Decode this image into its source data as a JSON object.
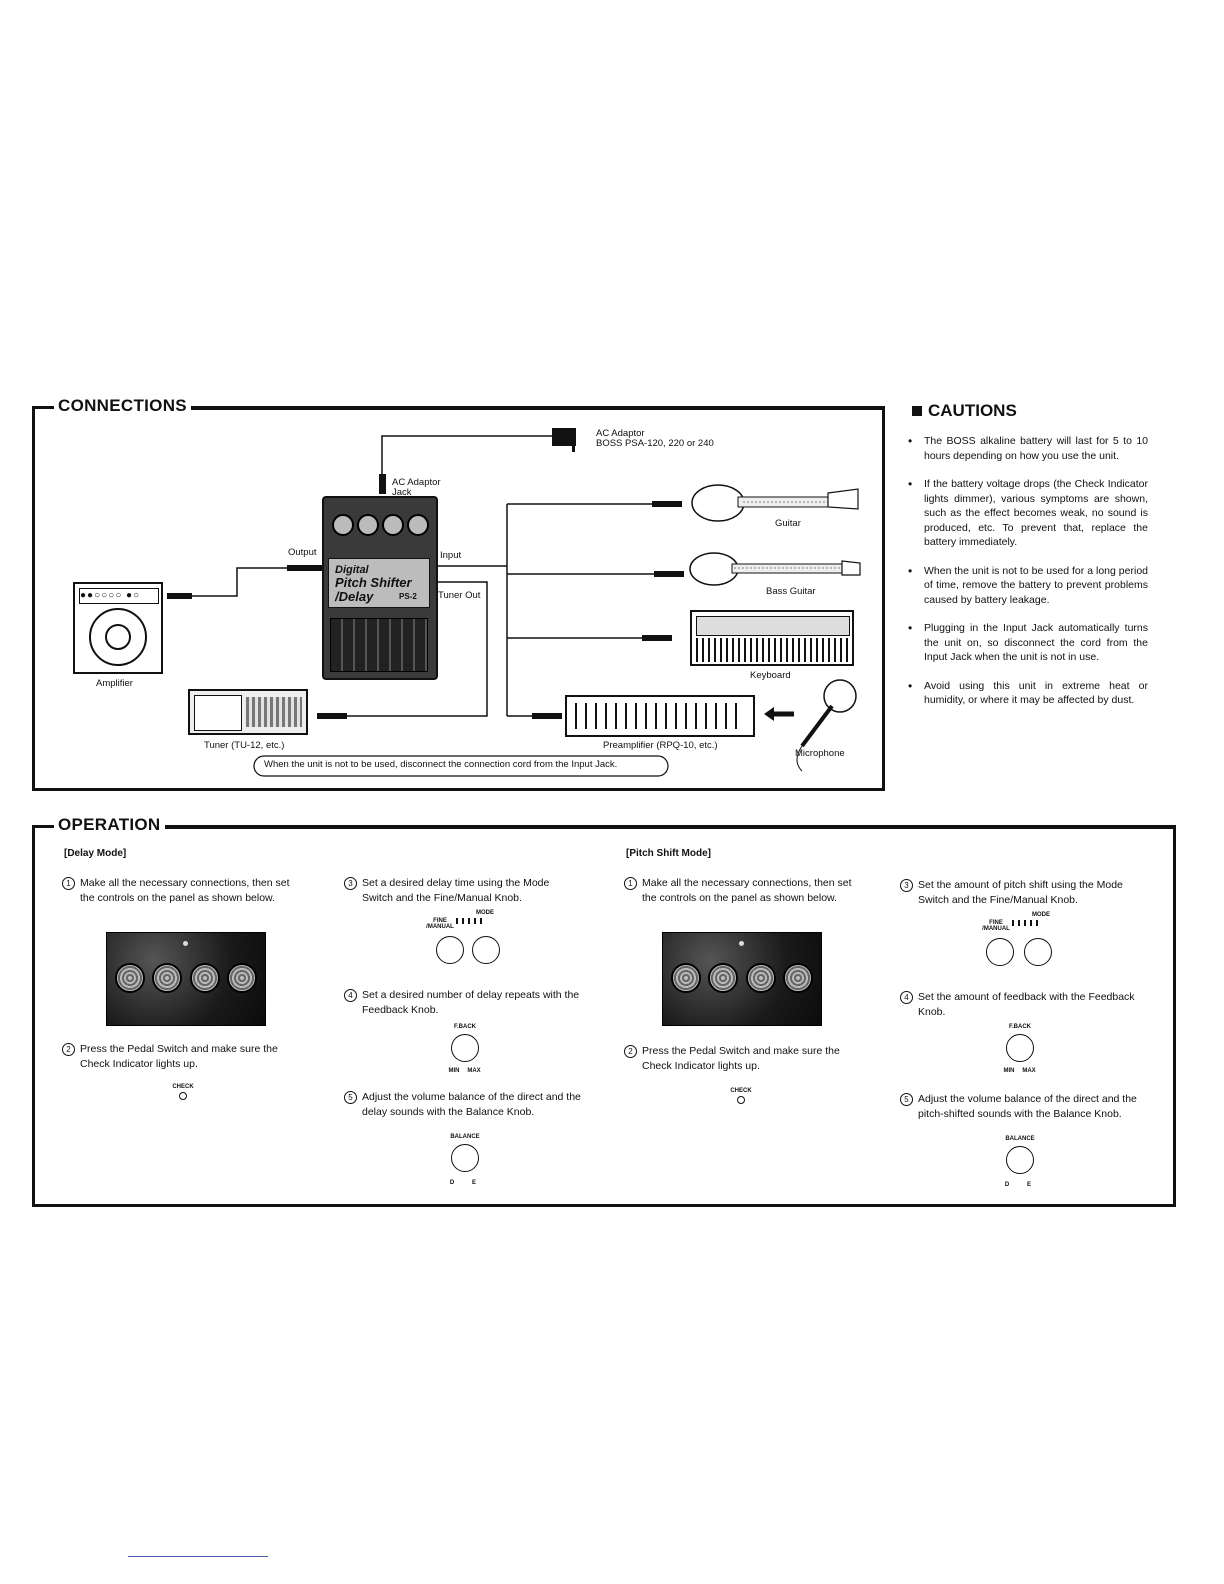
{
  "connections": {
    "title": "CONNECTIONS",
    "ac_adaptor_label": "AC Adaptor",
    "ac_adaptor_model": "BOSS PSA-120, 220 or 240",
    "ac_jack_label_1": "AC Adaptor",
    "ac_jack_label_2": "Jack",
    "output_label": "Output",
    "input_label": "Input",
    "tuner_out_label": "Tuner Out",
    "amplifier_label": "Amplifier",
    "tuner_label": "Tuner (TU-12, etc.)",
    "guitar_label": "Guitar",
    "bass_label": "Bass Guitar",
    "keyboard_label": "Keyboard",
    "preamp_label": "Preamplifier (RPQ-10, etc.)",
    "mic_label": "Microphone",
    "pedal_line1": "Digital",
    "pedal_line2": "Pitch Shifter",
    "pedal_line3": "/Delay",
    "pedal_model": "PS-2",
    "note": "When the unit is not to be used, disconnect the connection cord from the Input Jack."
  },
  "cautions": {
    "title": "CAUTIONS",
    "items": [
      "The BOSS alkaline battery will last for 5 to 10 hours depending on how you use the unit.",
      "If the battery voltage drops (the Check Indicator lights dimmer), various symptoms are shown, such as the effect becomes weak, no sound is produced, etc. To prevent that, replace the battery immediately.",
      "When the unit is not to be used for a long period of time, remove the battery to prevent problems caused by battery leakage.",
      "Plugging in the Input Jack automatically turns the unit on, so disconnect the cord from the Input Jack when the unit is not in use.",
      "Avoid using this unit in extreme heat or humidity, or where it may be affected by dust."
    ]
  },
  "operation": {
    "title": "OPERATION",
    "delay": {
      "heading": "[Delay Mode]",
      "s1": "Make all the necessary connections, then set the controls on the panel as shown below.",
      "s2": "Press the Pedal Switch and make sure the Check Indicator lights up.",
      "s3": "Set a desired delay time using the Mode Switch and the Fine/Manual Knob.",
      "s4": "Set a desired number of delay repeats with the Feedback Knob.",
      "s5": "Adjust the volume balance of the direct and the delay sounds with the Balance Knob."
    },
    "pitch": {
      "heading": "[Pitch Shift Mode]",
      "s1": "Make all the necessary connections, then set the controls on the panel as shown below.",
      "s2": "Press the Pedal Switch and make sure the Check Indicator lights up.",
      "s3": "Set the amount of pitch shift using the Mode Switch and the Fine/Manual Knob.",
      "s4": "Set the amount of feedback with the Feedback Knob.",
      "s5": "Adjust the volume balance of the direct and the pitch-shifted sounds with the Balance Knob."
    },
    "nums": [
      "1",
      "2",
      "3",
      "4",
      "5"
    ],
    "lbl_check": "CHECK",
    "lbl_fback": "F.BACK",
    "lbl_balance": "BALANCE",
    "lbl_mode": "MODE",
    "lbl_fine": "FINE",
    "lbl_manual": "/MANUAL",
    "lbl_min": "MIN",
    "lbl_max": "MAX",
    "lbl_d": "D",
    "lbl_e": "E"
  }
}
